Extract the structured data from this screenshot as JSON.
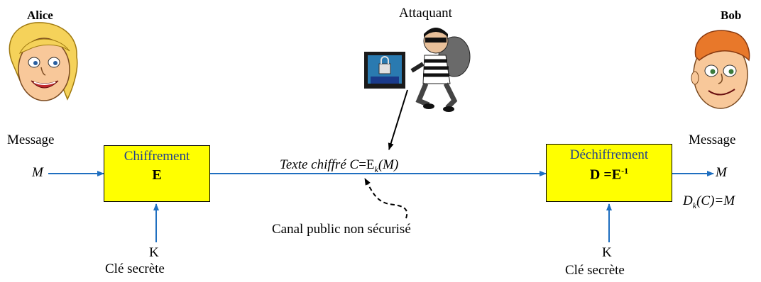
{
  "actors": {
    "alice": "Alice",
    "bob": "Bob",
    "attacker": "Attaquant"
  },
  "left": {
    "message_label": "Message",
    "input_symbol": "M",
    "box_title": "Chiffrement",
    "box_symbol": "E",
    "key_symbol": "K",
    "key_label": "Clé secrète"
  },
  "channel": {
    "ciphertext_prefix": "Texte chiffré ",
    "ciphertext_c": "C",
    "ciphertext_eq": "=E",
    "ciphertext_sub": "k",
    "ciphertext_arg": "(M)",
    "public_channel": "Canal public non sécurisé"
  },
  "right": {
    "message_label": "Message",
    "output_symbol": "M",
    "box_title": "Déchiffrement",
    "box_symbol": "D =E",
    "box_sup": "-1",
    "decrypt_d": "D",
    "decrypt_sub": "k",
    "decrypt_rest": "(C)=M",
    "key_symbol": "K",
    "key_label": "Clé secrète"
  },
  "colors": {
    "arrow_blue": "#1f6fc0",
    "box_fill": "#ffff00",
    "box_title": "#1f3f8f"
  },
  "icons": [
    "alice-face-icon",
    "bob-face-icon",
    "thief-icon",
    "computer-lock-icon"
  ]
}
